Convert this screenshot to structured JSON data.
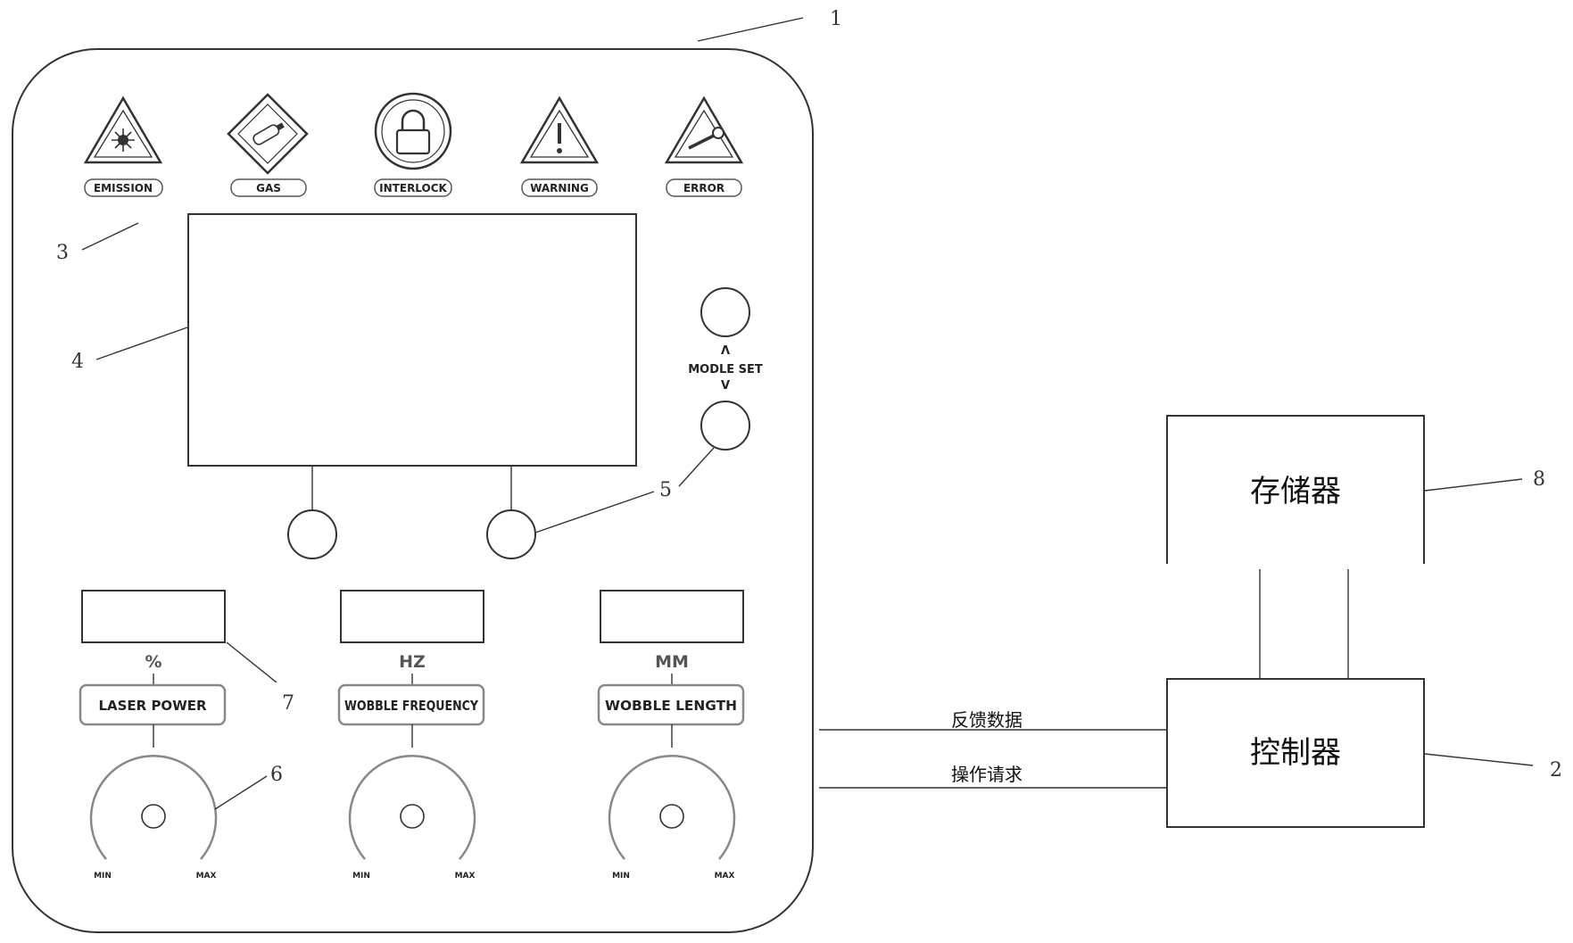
{
  "reference_numerals": {
    "panel": "1",
    "indicator_row": "3",
    "display": "4",
    "buttons": "5",
    "knob": "6",
    "readout": "7",
    "memory": "8",
    "controller": "2"
  },
  "indicators": [
    {
      "label": "EMISSION",
      "icon": "laser-radiation-warning-icon"
    },
    {
      "label": "GAS",
      "icon": "gas-cylinder-icon"
    },
    {
      "label": "INTERLOCK",
      "icon": "padlock-icon"
    },
    {
      "label": "WARNING",
      "icon": "exclamation-warning-icon"
    },
    {
      "label": "ERROR",
      "icon": "wrench-error-icon"
    }
  ],
  "mode_set": {
    "label": "MODLE SET",
    "up": "Λ",
    "down": "V"
  },
  "channels": [
    {
      "unit": "%",
      "label": "LASER   POWER",
      "min": "MIN",
      "max": "MAX"
    },
    {
      "unit": "HZ",
      "label": "WOBBLE FREQUENCY",
      "min": "MIN",
      "max": "MAX"
    },
    {
      "unit": "MM",
      "label": "WOBBLE LENGTH",
      "min": "MIN",
      "max": "MAX"
    }
  ],
  "memory": {
    "label": "存储器"
  },
  "controller": {
    "label": "控制器"
  },
  "links": {
    "feedback": "反馈数据",
    "request": "操作请求"
  }
}
